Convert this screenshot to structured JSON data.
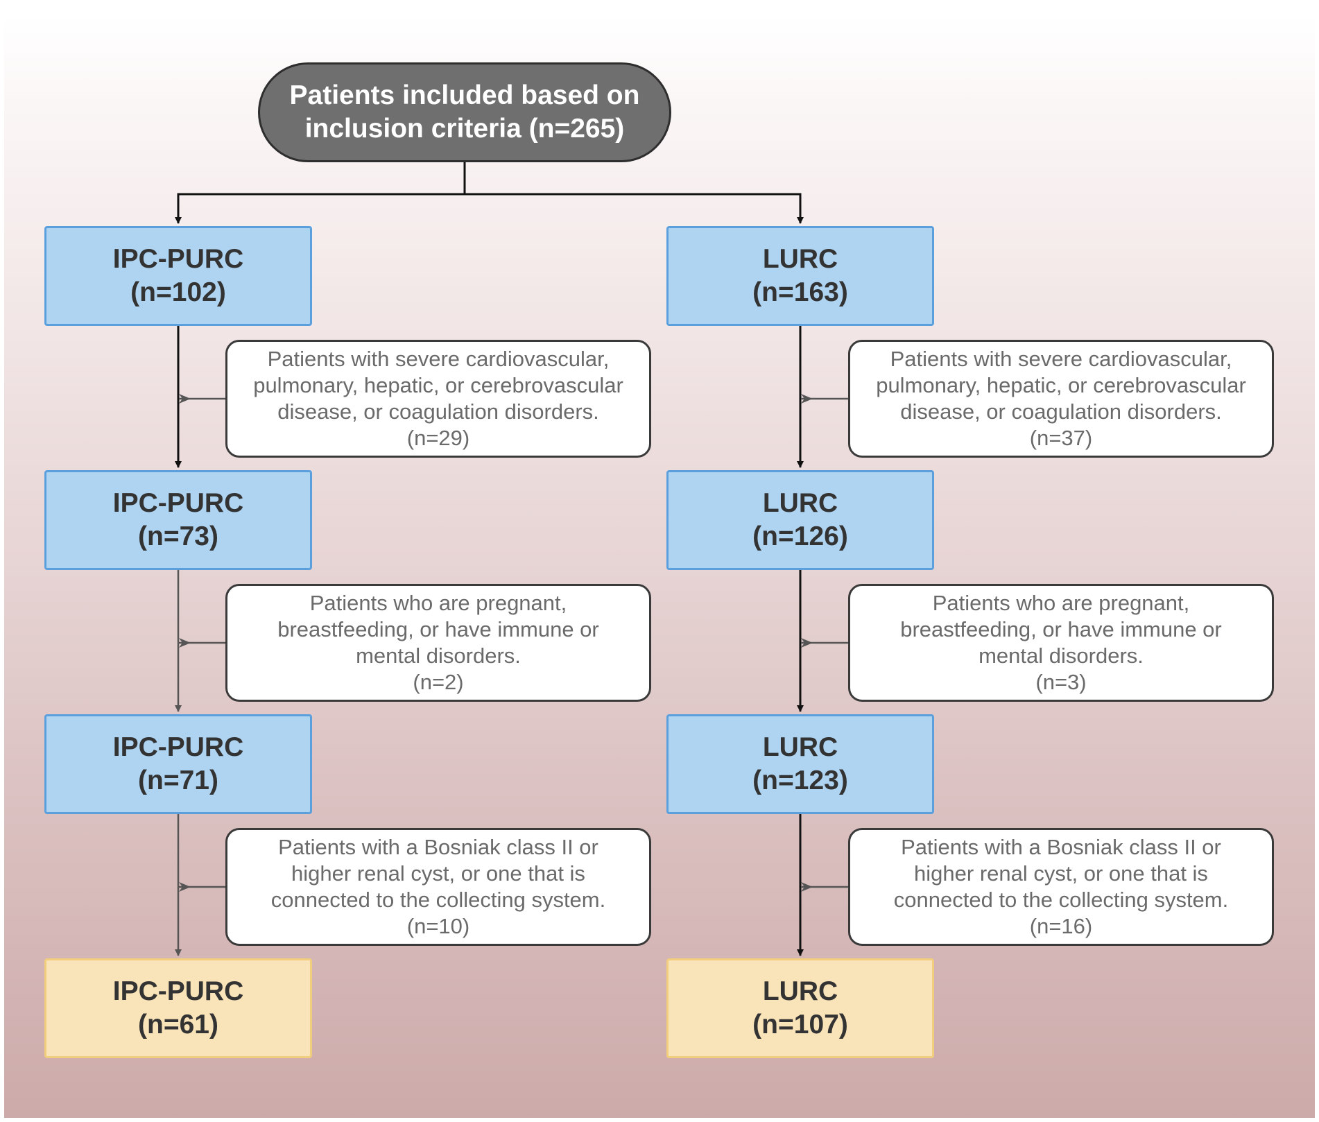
{
  "start": {
    "line1": "Patients included based on",
    "line2": "inclusion criteria (n=265)"
  },
  "left": {
    "groups": [
      {
        "name": "IPC-PURC",
        "count": "(n=102)"
      },
      {
        "name": "IPC-PURC",
        "count": "(n=73)"
      },
      {
        "name": "IPC-PURC",
        "count": "(n=71)"
      },
      {
        "name": "IPC-PURC",
        "count": "(n=61)"
      }
    ],
    "exclusions": [
      {
        "text": "Patients with severe cardiovascular, pulmonary, hepatic, or cerebrovascular disease, or coagulation disorders.",
        "count": "(n=29)"
      },
      {
        "text": "Patients who are pregnant, breastfeeding, or have immune or mental disorders.",
        "count": "(n=2)"
      },
      {
        "text": "Patients with a Bosniak class II or higher renal cyst, or one that is connected to the collecting system.",
        "count": "(n=10)"
      }
    ]
  },
  "right": {
    "groups": [
      {
        "name": "LURC",
        "count": "(n=163)"
      },
      {
        "name": "LURC",
        "count": "(n=126)"
      },
      {
        "name": "LURC",
        "count": "(n=123)"
      },
      {
        "name": "LURC",
        "count": "(n=107)"
      }
    ],
    "exclusions": [
      {
        "text": "Patients with severe cardiovascular, pulmonary, hepatic, or cerebrovascular disease, or coagulation disorders.",
        "count": "(n=37)"
      },
      {
        "text": "Patients who are pregnant, breastfeeding, or have immune or mental disorders.",
        "count": "(n=3)"
      },
      {
        "text": "Patients with a Bosniak class II or higher renal cyst, or one that is connected to the collecting system.",
        "count": "(n=16)"
      }
    ]
  },
  "colors": {
    "start_fill": "#6f6f6f",
    "group_fill": "#afd4f2",
    "group_border": "#5b9fdc",
    "final_fill": "#f9e3b8",
    "final_border": "#f0ce7e"
  }
}
